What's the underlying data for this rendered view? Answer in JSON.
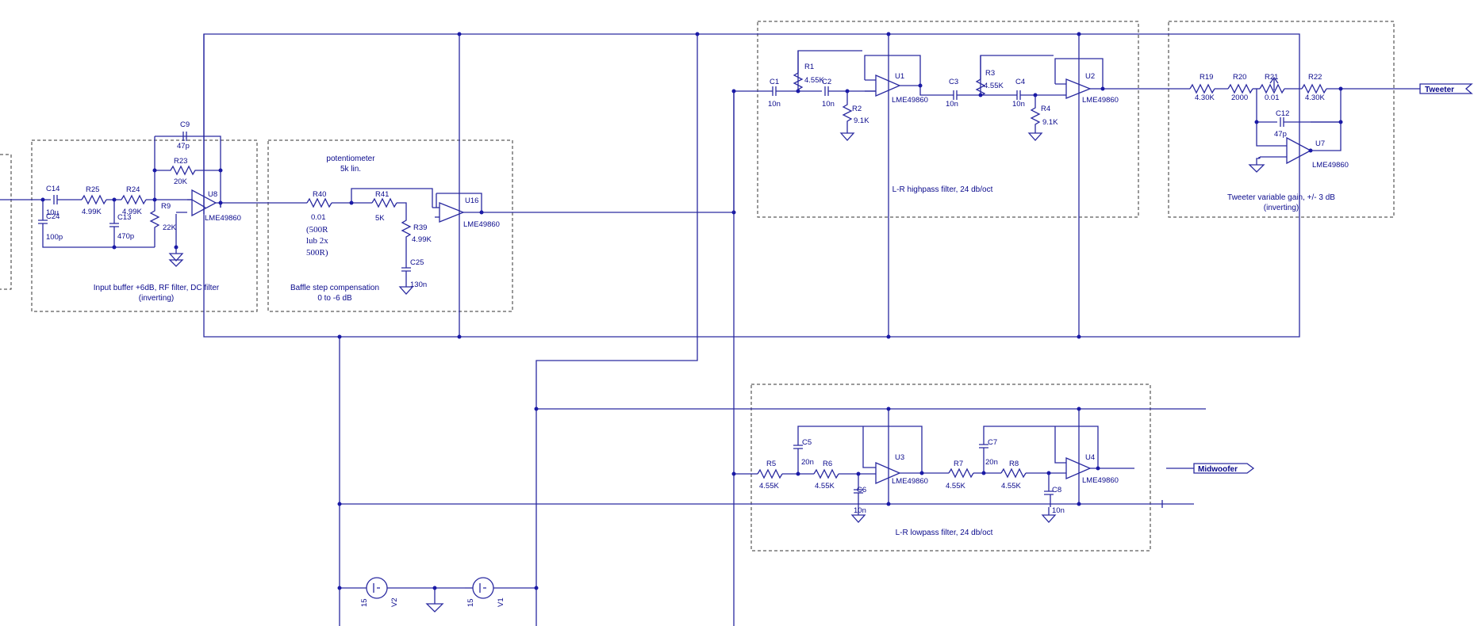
{
  "components": {
    "C14": {
      "ref": "C14",
      "value": "10u"
    },
    "C24": {
      "ref": "C24",
      "value": "100p"
    },
    "R25": {
      "ref": "R25",
      "value": "4.99K"
    },
    "R24": {
      "ref": "R24",
      "value": "4.99K"
    },
    "C13": {
      "ref": "C13",
      "value": "470p"
    },
    "R9": {
      "ref": "R9",
      "value": "22K"
    },
    "C9": {
      "ref": "C9",
      "value": "47p"
    },
    "R23": {
      "ref": "R23",
      "value": "20K"
    },
    "U8": {
      "ref": "U8",
      "value": "LME49860"
    },
    "R40": {
      "ref": "R40",
      "value": "0.01"
    },
    "R41": {
      "ref": "R41",
      "value": "5K"
    },
    "R39": {
      "ref": "R39",
      "value": "4.99K"
    },
    "C25": {
      "ref": "C25",
      "value": "130n"
    },
    "U16": {
      "ref": "U16",
      "value": "LME49860"
    },
    "C1": {
      "ref": "C1",
      "value": "10n"
    },
    "R1": {
      "ref": "R1",
      "value": "4.55K"
    },
    "C2": {
      "ref": "C2",
      "value": "10n"
    },
    "R2": {
      "ref": "R2",
      "value": "9.1K"
    },
    "U1": {
      "ref": "U1",
      "value": "LME49860"
    },
    "C3": {
      "ref": "C3",
      "value": "10n"
    },
    "R3": {
      "ref": "R3",
      "value": "4.55K"
    },
    "C4": {
      "ref": "C4",
      "value": "10n"
    },
    "R4": {
      "ref": "R4",
      "value": "9.1K"
    },
    "U2": {
      "ref": "U2",
      "value": "LME49860"
    },
    "R19": {
      "ref": "R19",
      "value": "4.30K"
    },
    "R20": {
      "ref": "R20",
      "value": "2000"
    },
    "R21": {
      "ref": "R21",
      "value": "0.01"
    },
    "R22": {
      "ref": "R22",
      "value": "4.30K"
    },
    "C12": {
      "ref": "C12",
      "value": "47p"
    },
    "U7": {
      "ref": "U7",
      "value": "LME49860"
    },
    "R5": {
      "ref": "R5",
      "value": "4.55K"
    },
    "C5": {
      "ref": "C5",
      "value": "20n"
    },
    "R6": {
      "ref": "R6",
      "value": "4.55K"
    },
    "C6": {
      "ref": "C6",
      "value": "10n"
    },
    "U3": {
      "ref": "U3",
      "value": "LME49860"
    },
    "R7": {
      "ref": "R7",
      "value": "4.55K"
    },
    "C7": {
      "ref": "C7",
      "value": "20n"
    },
    "R8": {
      "ref": "R8",
      "value": "4.55K"
    },
    "C8": {
      "ref": "C8",
      "value": "10n"
    },
    "U4": {
      "ref": "U4",
      "value": "LME49860"
    },
    "V1": {
      "ref": "V1",
      "value": "15"
    },
    "V2": {
      "ref": "V2",
      "value": "15"
    }
  },
  "notes": {
    "r40_note": [
      "(500R",
      "lub 2x",
      "500R)"
    ],
    "potentiometer": [
      "potentiometer",
      "5k lin."
    ]
  },
  "sections": {
    "input_buffer": [
      "Input buffer +6dB, RF filter, DC filter",
      "(inverting)"
    ],
    "baffle_step": [
      "Baffle step compensation",
      "0 to -6 dB"
    ],
    "highpass": [
      "L-R highpass filter, 24 db/oct"
    ],
    "tweeter_gain": [
      "Tweeter variable gain, +/- 3 dB",
      "(inverting)"
    ],
    "lowpass": [
      "L-R lowpass filter, 24 db/oct"
    ]
  },
  "nets": {
    "tweeter": "Tweeter",
    "midwoofer": "Midwoofer"
  }
}
